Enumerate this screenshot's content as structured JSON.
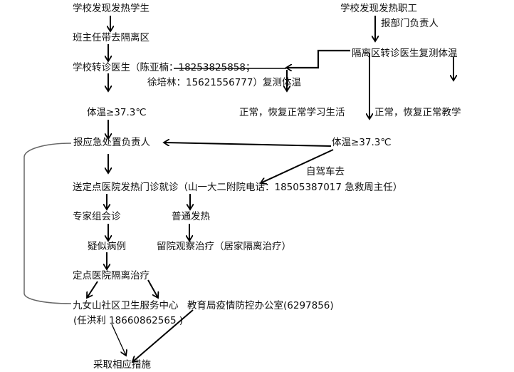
{
  "diagram": {
    "type": "flowchart",
    "nodes": {
      "student_found": "学校发现发热学生",
      "teacher_escort": "班主任带去隔离区",
      "school_doctor_line1": "学校转诊医生（陈亚楠：18253825858；",
      "school_doctor_line2": "徐培林：15621556777）复测体温",
      "temp_high_left": "体温≥37.3℃",
      "normal_students": "正常，恢复正常学习生活",
      "report_emergency": "报应急处置负责人",
      "staff_found": "学校发现发热职工",
      "report_department": "报部门负责人",
      "isolation_doctor": "隔离区转诊医生复测体温",
      "normal_staff": "正常，恢复正常教学",
      "temp_high_right": "体温≥37.3℃",
      "self_drive": "自驾车去",
      "fever_clinic": "送定点医院发热门诊就诊（山一大二附院电话：18505387017 急救周主任）",
      "expert_panel": "专家组会诊",
      "common_fever": "普通发热",
      "suspected_case": "疑似病例",
      "observation": "留院观察治疗（居家隔离治疗）",
      "designated_isolation": "定点医院隔离治疗",
      "community_center": "九女山社区卫生服务中心",
      "education_bureau": "教育局疫情防控办公室(6297856)",
      "community_contact": "(任洪利 18660862565 )",
      "take_measures": "采取相应措施"
    }
  }
}
